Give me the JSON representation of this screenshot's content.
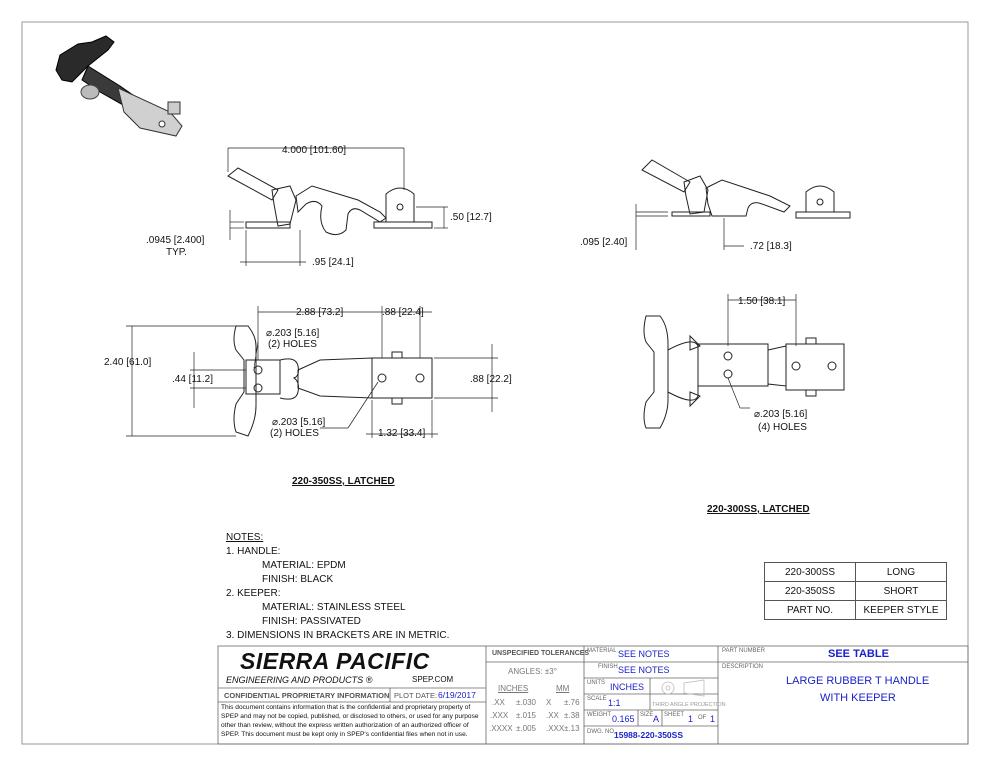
{
  "drawing": {
    "dims": {
      "overall_length": "4.000",
      "overall_length_mm": "101.60",
      "thickness": ".0945",
      "thickness_mm": "2.400",
      "thickness_note": "TYP.",
      "offset": ".95",
      "offset_mm": "24.1",
      "keeper_height": ".50",
      "keeper_height_mm": "12.7",
      "short_thickness": ".095",
      "short_thickness_mm": "2.40",
      "short_offset": ".72",
      "short_offset_mm": "18.3",
      "hole_span": "2.88",
      "hole_span_mm": "73.2",
      "keeper_span": ".88",
      "keeper_span_mm": "22.4",
      "handle_width": "2.40",
      "handle_width_mm": "61.0",
      "hole_pitch": ".44",
      "hole_pitch_mm": "11.2",
      "keeper_width": ".88",
      "keeper_width_mm": "22.2",
      "hole_dia": ".203",
      "hole_dia_mm": "5.16",
      "holes_two": "(2) HOLES",
      "base_length": "1.32",
      "base_length_mm": "33.4",
      "short_span": "1.50",
      "short_span_mm": "38.1",
      "holes_four": "(4) HOLES"
    },
    "captions": {
      "long_view": "220-350SS, LATCHED",
      "short_view": "220-300SS, LATCHED"
    }
  },
  "notes": {
    "title": "NOTES:",
    "lines": [
      "1. HANDLE:",
      "MATERIAL: EPDM",
      "FINISH: BLACK",
      "2. KEEPER:",
      "MATERIAL: STAINLESS STEEL",
      "FINISH: PASSIVATED",
      "3. DIMENSIONS IN BRACKETS ARE IN METRIC."
    ]
  },
  "style_table": {
    "rows": [
      [
        "220-300SS",
        "LONG"
      ],
      [
        "220-350SS",
        "SHORT"
      ],
      [
        "PART NO.",
        "KEEPER STYLE"
      ]
    ]
  },
  "title_block": {
    "company": "SIERRA PACIFIC",
    "company_sub": "ENGINEERING AND PRODUCTS",
    "registered": "®",
    "website": "SPEP.COM",
    "confidential_heading": "CONFIDENTIAL PROPRIETARY INFORMATION",
    "plot_date_label": "PLOT DATE:",
    "plot_date": "6/19/2017",
    "confidential_text": [
      "This document contains information that is the confidential and proprietary property of",
      "SPEP and may not be copied, published, or disclosed to others, or used for any purpose",
      "other than review, without the express written authorization of an authorized officer of",
      "SPEP. This document must be kept only in SPEP's confidential files when not in use."
    ],
    "tolerances_heading": "UNSPECIFIED TOLERANCES",
    "angles": "ANGLES: ±3°",
    "inches_label": "INCHES",
    "mm_label": "MM",
    "tol_rows": [
      [
        ".XX",
        "±.030",
        "X",
        "±.76"
      ],
      [
        ".XXX",
        "±.015",
        ".XX",
        "±.38"
      ],
      [
        ".XXXX",
        "±.005",
        ".XXX",
        "±.13"
      ]
    ],
    "material_label": "MATERIAL",
    "material": "SEE NOTES",
    "finish_label": "FINISH",
    "finish": "SEE NOTES",
    "units_label": "UNITS",
    "units": "INCHES",
    "scale_label": "SCALE",
    "scale": "1:1",
    "projection_label": "THIRD ANGLE PROJECTION",
    "weight_label": "WEIGHT",
    "weight": "0.165",
    "size_label": "SIZE",
    "size": "A",
    "sheet_label": "SHEET",
    "sheet": "1",
    "of_label": "OF",
    "sheet_total": "1",
    "dwg_label": "DWG. NO.",
    "dwg_no": "15988-220-350SS",
    "part_number_label": "PART NUMBER",
    "part_number": "SEE TABLE",
    "description_label": "DESCRIPTION",
    "description_1": "LARGE RUBBER T HANDLE",
    "description_2": "WITH KEEPER"
  }
}
